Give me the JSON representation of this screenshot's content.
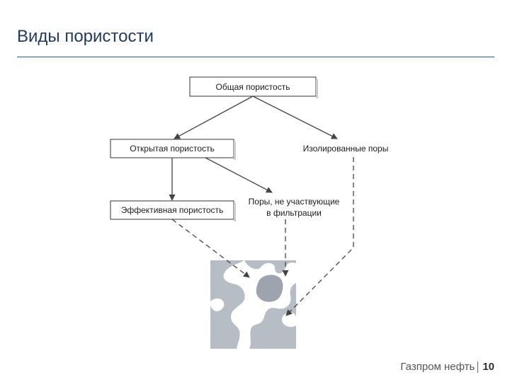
{
  "slide": {
    "title": "Виды пористости",
    "footer_company": "Газпром нефть",
    "page_number": "10"
  },
  "diagram": {
    "total": "Общая пористость",
    "open": "Открытая пористость",
    "isolated": "Изолированные поры",
    "effective": "Эффективная пористость",
    "nonparticipating_line1": "Поры, не участвующие",
    "nonparticipating_line2": "в фильтрации"
  },
  "colors": {
    "title": "#1f3a5f",
    "rule": "#1f5f80",
    "rock": "#b7bdc5",
    "pore": "#ffffff",
    "arrow": "#444444"
  }
}
